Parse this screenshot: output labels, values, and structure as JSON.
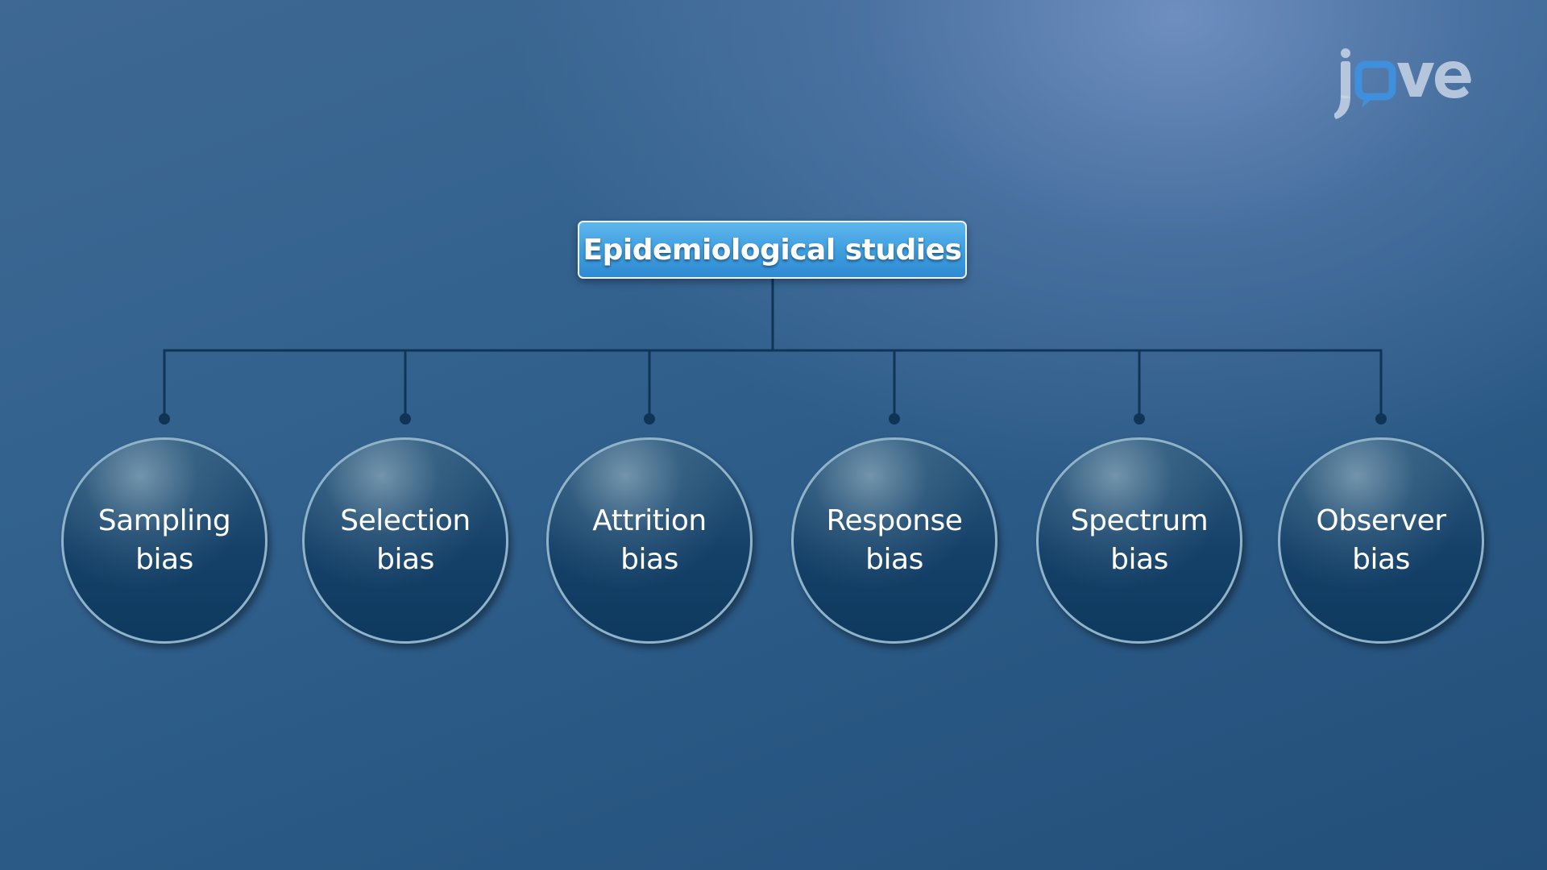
{
  "diagram": {
    "root": {
      "label": "Epidemiological studies"
    },
    "children": [
      {
        "line1": "Sampling",
        "line2": "bias"
      },
      {
        "line1": "Selection",
        "line2": "bias"
      },
      {
        "line1": "Attrition",
        "line2": "bias"
      },
      {
        "line1": "Response",
        "line2": "bias"
      },
      {
        "line1": "Spectrum",
        "line2": "bias"
      },
      {
        "line1": "Observer",
        "line2": "bias"
      }
    ]
  },
  "branding": {
    "logo_text": "jove"
  },
  "colors": {
    "connector": "#0f3456",
    "root_fill": "#3f9fe0",
    "node_fill": "#0e3a5f",
    "node_border": "#8fb3c9"
  }
}
